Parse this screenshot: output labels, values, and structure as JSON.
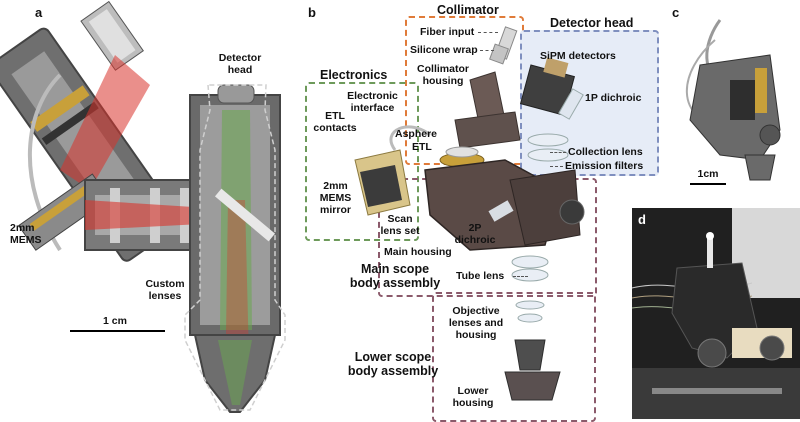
{
  "panels": {
    "a": "a",
    "b": "b",
    "c": "c",
    "d": "d"
  },
  "panel_a": {
    "detector_head": "Detector\nhead",
    "mems": "2mm\nMEMS",
    "custom_lenses": "Custom\nlenses",
    "scale": "1 cm"
  },
  "panel_b": {
    "collimator": "Collimator",
    "detector_head": "Detector head",
    "fiber_input": "Fiber input",
    "silicone_wrap": "Silicone wrap",
    "collimator_housing": "Collimator\nhousing",
    "electronics": "Electronics",
    "electronic_interface": "Electronic\ninterface",
    "etl_contacts": "ETL\ncontacts",
    "asphere": "Asphere",
    "etl": "ETL",
    "sipm_detectors": "SiPM  detectors",
    "dichroic_1p": "1P dichroic",
    "collection_lens": "Collection lens",
    "emission_filters": "Emission filters",
    "mems_mirror": "2mm\nMEMS\nmirror",
    "scan_lens_set": "Scan\nlens set",
    "dichroic_2p": "2P\ndichroic",
    "main_housing": "Main housing",
    "main_scope": "Main scope\nbody assembly",
    "tube_lens": "Tube lens",
    "objective": "Objective\nlenses and\nhousing",
    "lower_scope": "Lower scope\nbody assembly",
    "lower_housing": "Lower\nhousing"
  },
  "panel_c": {
    "scale": "1cm"
  },
  "colors": {
    "collimator_box": "#e07b39",
    "detector_box": "#7f8fbf",
    "detector_fill": "#e6ecf7",
    "electronics_box": "#6d9a5a",
    "main_body_box": "#8b5a6b",
    "beam_red": "#d9332b",
    "beam_green": "#6aa84f"
  }
}
